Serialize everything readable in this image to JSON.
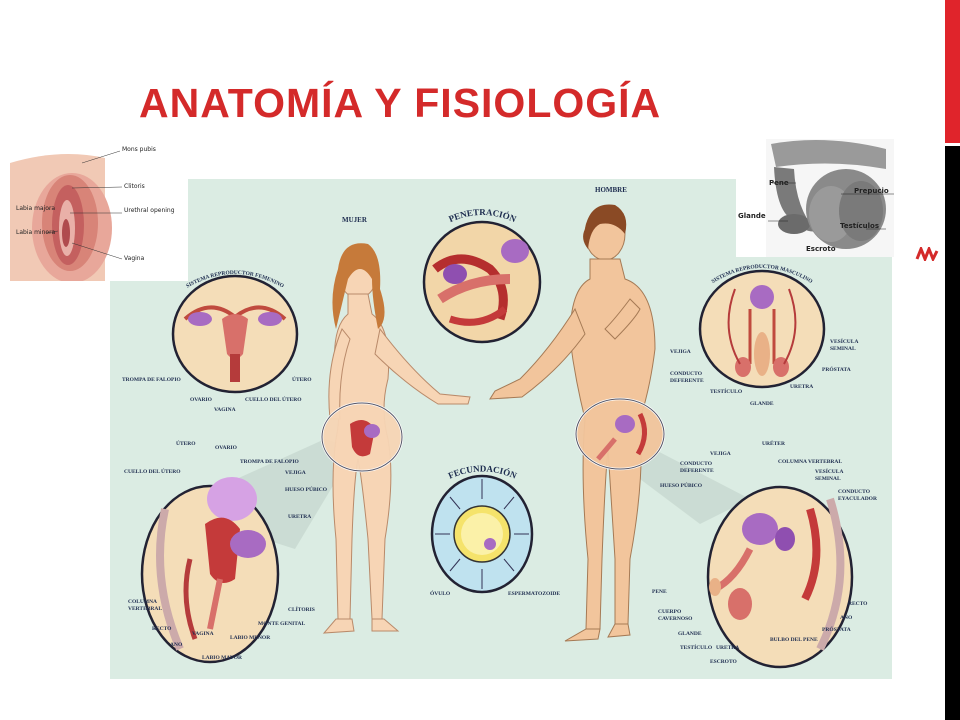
{
  "slide": {
    "title": "ANATOMÍA Y FISIOLOGÍA",
    "accent_color": "#d42a2a",
    "side_bar_colors": [
      "#e0242b",
      "#000000"
    ]
  },
  "female_inset": {
    "labels": [
      "Mons pubis",
      "Clitoris",
      "Labia majora",
      "Urethral opening",
      "Labia minora",
      "Vagina"
    ]
  },
  "male_inset": {
    "labels": [
      "Pene",
      "Prepucio",
      "Glande",
      "Testículos",
      "Escroto"
    ]
  },
  "diagram": {
    "woman_label": "MUJER",
    "man_label": "HOMBRE",
    "penetration_label": "PENETRACIÓN",
    "fecundation_label": "FECUNDACIÓN",
    "female_system_title": "SISTEMA REPRODUCTOR FEMENINO",
    "male_system_title": "SISTEMA REPRODUCTOR MASCULINO",
    "female_top_labels": [
      "TROMPA DE FALOPIO",
      "OVARIO",
      "VAGINA",
      "CUELLO DEL ÚTERO",
      "ÚTERO"
    ],
    "male_top_labels": [
      "VEJIGA",
      "CONDUCTO DEFERENTE",
      "TESTÍCULO",
      "GLANDE",
      "URETRA",
      "PRÓSTATA",
      "VESÍCULA SEMINAL"
    ],
    "female_bottom_labels": [
      "ÚTERO",
      "OVARIO",
      "TROMPA DE FALOPIO",
      "VEJIGA",
      "HUESO PÚBICO",
      "URETRA",
      "CUELLO DEL ÚTERO",
      "COLUMNA VERTEBRAL",
      "RECTO",
      "ANO",
      "VAGINA",
      "LABIO MENOR",
      "LABIO MAYOR",
      "MONTE GENITAL",
      "CLÍTORIS"
    ],
    "male_bottom_labels": [
      "URÉTER",
      "VEJIGA",
      "COLUMNA VERTEBRAL",
      "CONDUCTO DEFERENTE",
      "VESÍCULA SEMINAL",
      "HUESO PÚBICO",
      "CONDUCTO EYACULADOR",
      "PENE",
      "RECTO",
      "ANO",
      "PRÓSTATA",
      "CUERPO CAVERNOSO",
      "GLANDE",
      "URETRA",
      "BULBO DEL PENE",
      "TESTÍCULO",
      "ESCROTO"
    ],
    "fecundation_labels": [
      "ÓVULO",
      "ESPERMATOZOIDE"
    ]
  }
}
